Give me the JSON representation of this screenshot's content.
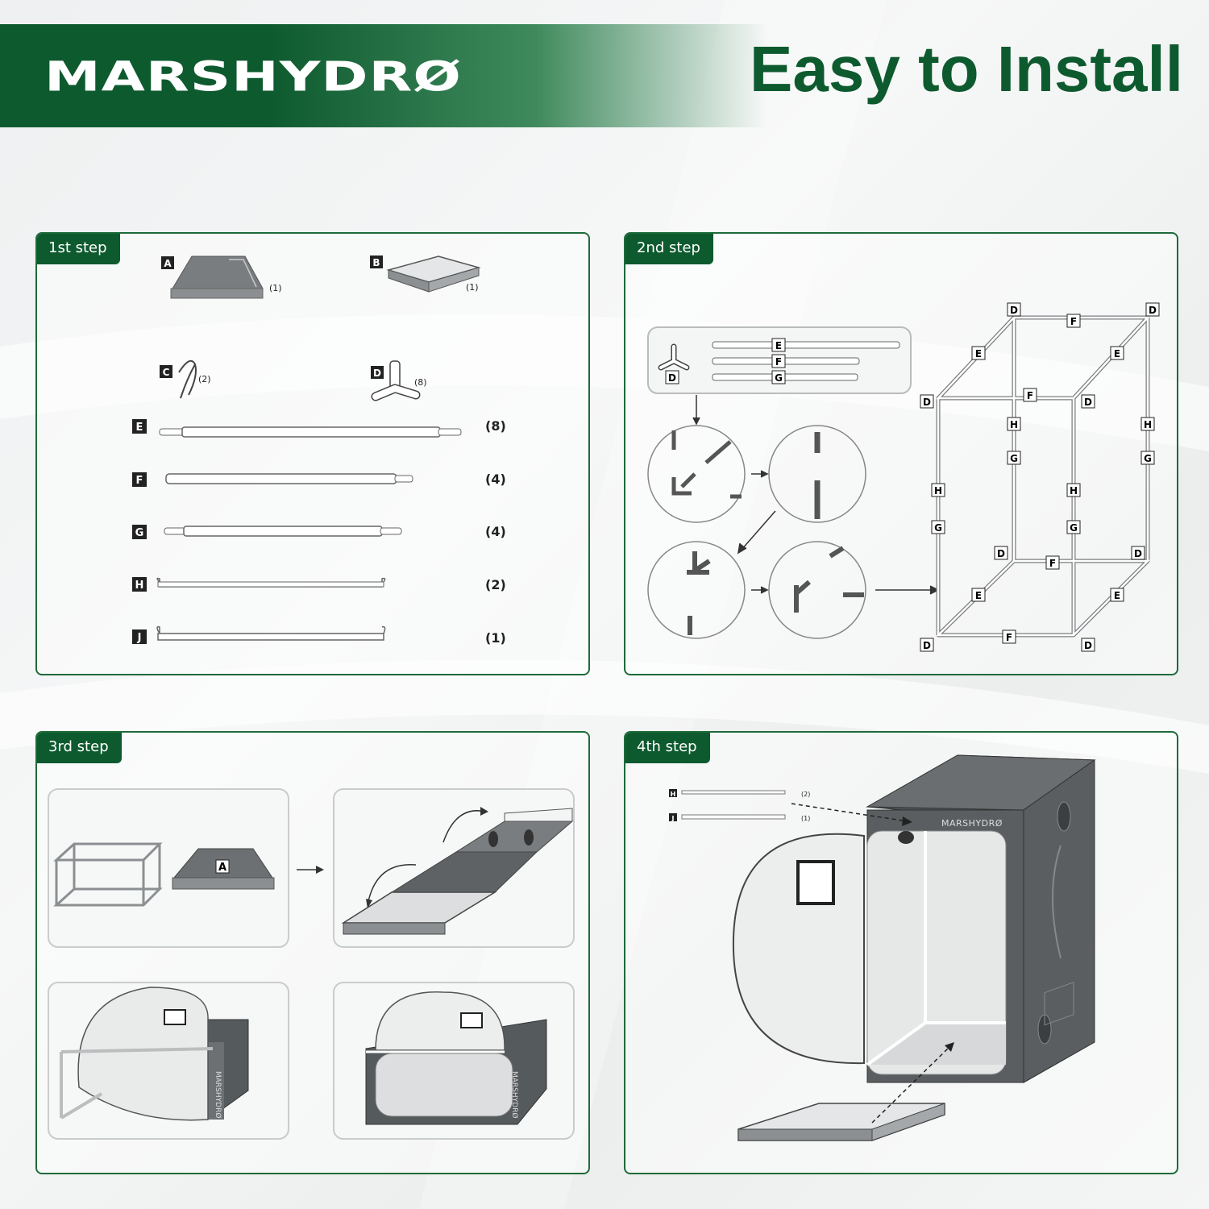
{
  "brand": {
    "logo_text": "MARSHYDRØ"
  },
  "headline": "Easy to Install",
  "steps": [
    {
      "tag": "1st step",
      "parts": [
        {
          "label": "A",
          "qty": "(1)"
        },
        {
          "label": "B",
          "qty": "(1)"
        },
        {
          "label": "C",
          "qty": "(2)"
        },
        {
          "label": "D",
          "qty": "(8)"
        },
        {
          "label": "E",
          "qty": "(8)"
        },
        {
          "label": "F",
          "qty": "(4)"
        },
        {
          "label": "G",
          "qty": "(4)"
        },
        {
          "label": "H",
          "qty": "(2)"
        },
        {
          "label": "J",
          "qty": "(1)"
        }
      ]
    },
    {
      "tag": "2nd step",
      "legend": [
        "D",
        "E",
        "F",
        "G"
      ],
      "frame_labels": [
        "D",
        "E",
        "F",
        "G",
        "H"
      ]
    },
    {
      "tag": "3rd step",
      "tray_label": "A",
      "tent_brand": "MARSHYDRØ"
    },
    {
      "tag": "4th step",
      "parts": [
        {
          "label": "H",
          "qty": "(2)"
        },
        {
          "label": "J",
          "qty": "(1)"
        }
      ],
      "tent_brand": "MARSHYDRØ"
    }
  ],
  "colors": {
    "brand_green": "#0e5a2f",
    "panel_border": "#1d6b3a",
    "tent_dark": "#555a5c"
  }
}
